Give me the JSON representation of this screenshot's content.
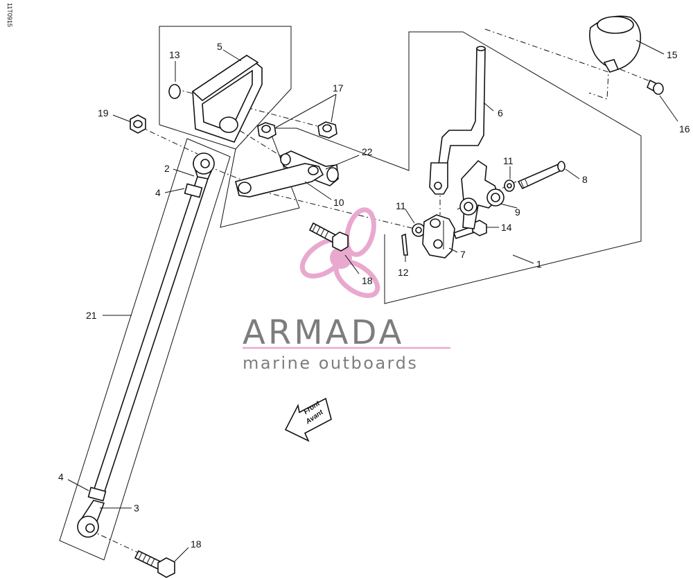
{
  "diagram": {
    "drawing_code": "11T0915",
    "part_numbers": [
      "1",
      "2",
      "3",
      "4",
      "4",
      "5",
      "6",
      "7",
      "8",
      "9",
      "10",
      "11",
      "11",
      "12",
      "13",
      "14",
      "15",
      "16",
      "17",
      "18",
      "18",
      "19",
      "21",
      "22"
    ],
    "front_label": "Front",
    "front_label_alt": "Avant"
  },
  "watermark": {
    "brand": "ARMADA",
    "tagline": "marine outboards",
    "accent_color": "#e9a9cf",
    "text_color": "#7d7d7d"
  }
}
